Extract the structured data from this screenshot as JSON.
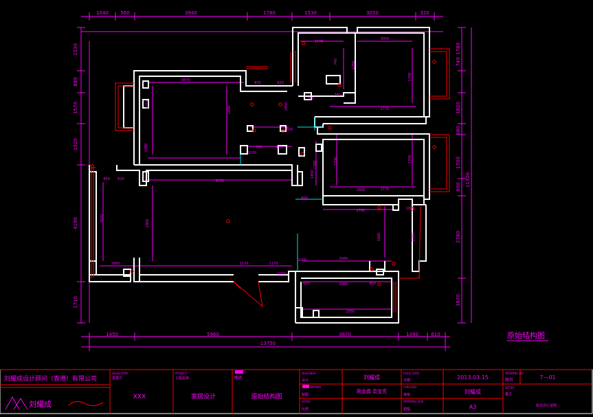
{
  "drawing": {
    "caption": "原始结构图"
  },
  "dimensions": {
    "top": [
      "1040",
      "560",
      "3940",
      "1780",
      "1530",
      "3050",
      "320"
    ],
    "bottom_segments": [
      "1450",
      "5960",
      "3670",
      "1090",
      "610"
    ],
    "bottom_total": "13750",
    "left": [
      "1530",
      "880",
      "1570",
      "1520",
      "4190",
      "1710"
    ],
    "right": [
      "1780",
      "740",
      "1820",
      "580",
      "1700",
      "600",
      "2780",
      "1670"
    ],
    "right_total": "11300"
  },
  "room_labels": [
    "3870",
    "3050",
    "2770",
    "2770",
    "2750",
    "2060",
    "2060",
    "2050",
    "6250",
    "1800",
    "1170",
    "1170",
    "1000",
    "1600",
    "1770",
    "1700",
    "1700",
    "2780",
    "920",
    "870",
    "740",
    "870",
    "1490",
    "1850",
    "1030",
    "1490",
    "1210",
    "1000",
    "1000",
    "600",
    "800",
    "800",
    "780",
    "780",
    "740",
    "1250",
    "2600",
    "1200",
    "1700",
    "1600",
    "3970",
    "2900",
    "1450",
    "620",
    "850"
  ],
  "title_block": {
    "company_name": "刘耀成设计顾问（香港）有限公司",
    "logo_text": "刘耀成",
    "developer_label": "DEVELOPER",
    "developer_cn": "发展方",
    "developer_value": "XXX",
    "project_label": "PROJECT",
    "project_cn": "工程名称",
    "project_value": "家居设计",
    "drawing_cn": "图名",
    "drawing_value": "原始结构图",
    "designed_label": "DESIGNER",
    "designed_cn": "设计",
    "designer_value": "刘耀成",
    "drawn_label": "DRAWN",
    "drawn_cn": "制图",
    "drawn_value": "蒋金霞  袁宝亮",
    "scale_label": "SCALE",
    "scale_cn": "比例",
    "date_label": "ISSUE DATE",
    "date_cn": "日期",
    "date_value": "2013.03.15",
    "checked_label": "CHECKED",
    "checked_cn": "审核",
    "checked_value": "刘耀成",
    "drawing_size_label": "DRAWING SIZE",
    "drawing_size_cn": "图幅",
    "drawing_size_value": "A3",
    "drawing_no_label": "DRAWING NO",
    "drawing_no_cn": "图号",
    "drawing_no_value": "7—01",
    "notes_label": "NOTES",
    "notes_cn": "备注",
    "notes_value": "除非另行说明",
    "stamp_text": "图名"
  },
  "colors": {
    "wall": "#ffffff",
    "dimension": "#ff00ff",
    "window": "#ff0000",
    "cyan": "#00e5e5",
    "background": "#000000"
  }
}
